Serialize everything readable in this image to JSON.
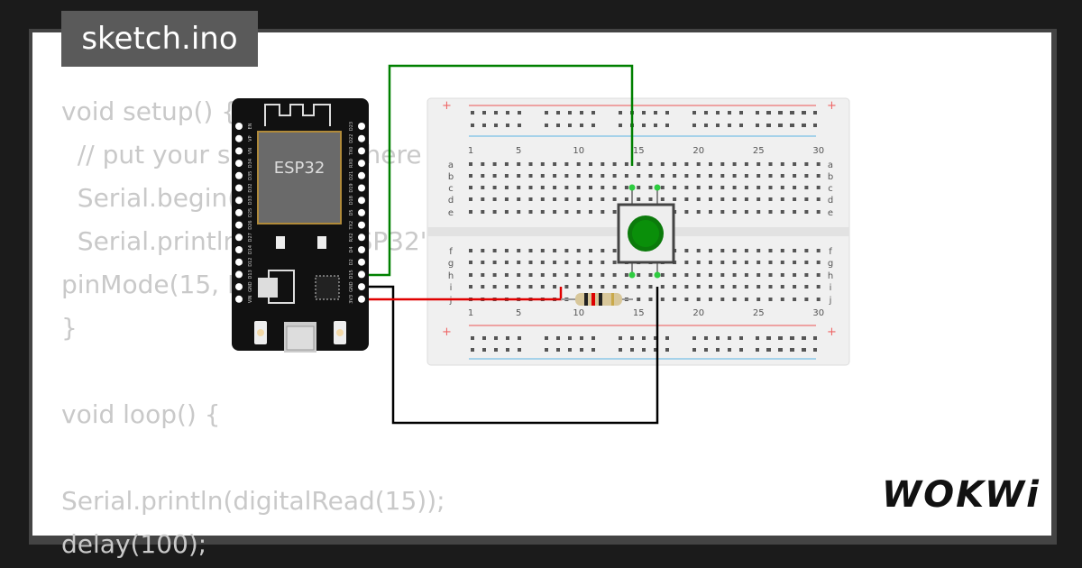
{
  "file_tab": {
    "label": "sketch.ino"
  },
  "code_lines": [
    "void setup() {",
    "  // put your setup code here",
    "  Serial.begin(115200);",
    "  Serial.println(\"Hello, ESP32\");",
    "pinMode(15, INPUT);",
    "}",
    "",
    "void loop() {",
    "",
    "Serial.println(digitalRead(15));",
    "delay(100);"
  ],
  "esp32": {
    "label": "ESP32",
    "left_pins": [
      "EN",
      "VP",
      "VN",
      "D34",
      "D35",
      "D32",
      "D33",
      "D25",
      "D26",
      "D27",
      "D14",
      "D12",
      "D13",
      "GND",
      "VIN"
    ],
    "right_pins": [
      "D23",
      "D22",
      "TX0",
      "RX0",
      "D21",
      "D19",
      "D18",
      "D5",
      "TX2",
      "RX2",
      "D4",
      "D2",
      "D15",
      "GND",
      "3V3"
    ]
  },
  "breadboard": {
    "col_labels": [
      "1",
      "5",
      "10",
      "15",
      "20",
      "25",
      "30"
    ],
    "row_labels_top": [
      "a",
      "b",
      "c",
      "d",
      "e"
    ],
    "row_labels_bottom": [
      "f",
      "g",
      "h",
      "i",
      "j"
    ],
    "rail_plus": "+"
  },
  "components": {
    "button_color": "#0b7a0b",
    "resistor": "resistor"
  },
  "wires": {
    "signal_color": "#008000",
    "gnd_color": "#000000",
    "power_color": "#e00000"
  },
  "brand": {
    "logo": "WOKWi"
  }
}
